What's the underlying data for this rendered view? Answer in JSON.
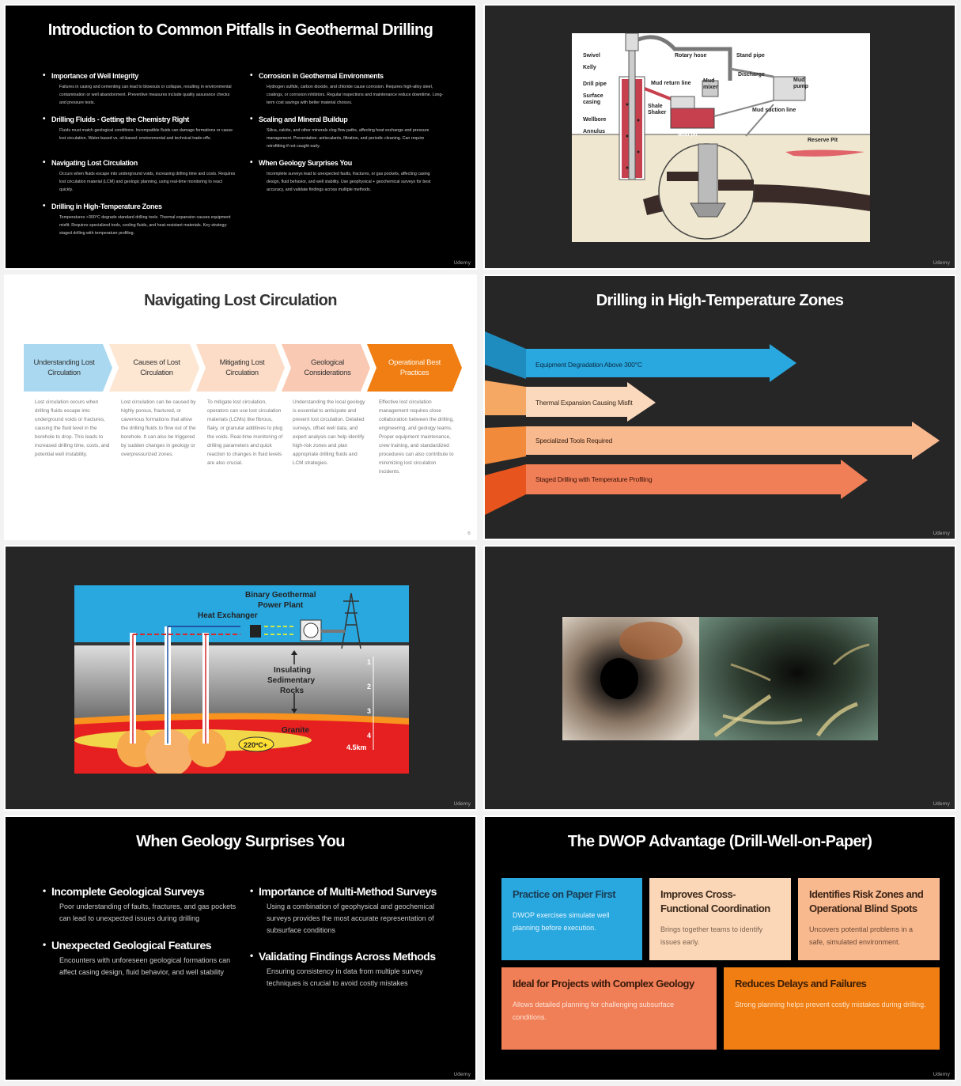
{
  "watermark": "Udemy",
  "slide1": {
    "title": "Introduction to Common Pitfalls in Geothermal Drilling",
    "left": [
      {
        "heading": "Importance of Well Integrity",
        "text": "Failures in casing and cementing can lead to blowouts or collapse, resulting in environmental contamination or well abandonment. Preventive measures include quality assurance checks and pressure tests."
      },
      {
        "heading": "Drilling Fluids - Getting the Chemistry Right",
        "text": "Fluids must match geological conditions. Incompatible fluids can damage formations or cause lost circulation. Water-based vs. oil-based: environmental and technical trade-offs."
      },
      {
        "heading": "Navigating Lost Circulation",
        "text": "Occurs when fluids escape into underground voids, increasing drilling time and costs. Requires lost circulation material (LCM) and geologic planning, using real-time monitoring to react quickly."
      },
      {
        "heading": "Drilling in High-Temperature Zones",
        "text": "Temperatures >300°C degrade standard drilling tools. Thermal expansion causes equipment misfit. Requires specialized tools, cooling fluids, and heat-resistant materials. Key strategy: staged drilling with temperature profiling."
      }
    ],
    "right": [
      {
        "heading": "Corrosion in Geothermal Environments",
        "text": "Hydrogen sulfide, carbon dioxide, and chloride cause corrosion. Requires high-alloy steel, coatings, or corrosion inhibitors. Regular inspections and maintenance reduce downtime. Long-term cost savings with better material choices."
      },
      {
        "heading": "Scaling and Mineral Buildup",
        "text": "Silica, calcite, and other minerals clog flow paths, affecting heat exchange and pressure management. Preventative: antiscalants, filtration, and periodic cleaning. Can require retrofitting if not caught early."
      },
      {
        "heading": "When Geology Surprises You",
        "text": "Incomplete surveys lead to unexpected faults, fractures, or gas pockets, affecting casing design, fluid behavior, and well stability. Use geophysical + geochemical surveys for best accuracy, and validate findings across multiple methods."
      }
    ]
  },
  "slide2": {
    "labels": {
      "swivel": "Swivel",
      "kelly": "Kelly",
      "drill_pipe": "Drill pipe",
      "surface_casing_1": "Surface",
      "surface_casing_2": "casing",
      "wellbore": "Wellbore",
      "annulus": "Annulus",
      "rotary_hose": "Rotary hose",
      "stand_pipe": "Stand pipe",
      "mud_return": "Mud return line",
      "mud_mixer_1": "Mud",
      "mud_mixer_2": "mixer",
      "discharge": "Discharge",
      "mud_pump_1": "Mud",
      "mud_pump_2": "pump",
      "shale_1": "Shale",
      "shale_2": "Shaker",
      "mud_suction": "Mud suction line",
      "mud_pit": "Mud pit",
      "reserve_pit": "Reserve Pit"
    }
  },
  "slide3": {
    "title": "Navigating Lost Circulation",
    "page": "6",
    "steps": [
      {
        "label": "Understanding Lost Circulation",
        "color": "#a9d8f0",
        "text": "Lost circulation occurs when drilling fluids escape into underground voids or fractures, causing the fluid level in the borehole to drop. This leads to increased drilling time, costs, and potential well instability."
      },
      {
        "label": "Causes of Lost Circulation",
        "color": "#fde6d2",
        "text": "Lost circulation can be caused by highly porous, fractured, or cavernous formations that allow the drilling fluids to flow out of the borehole. It can also be triggered by sudden changes in geology or overpressurized zones."
      },
      {
        "label": "Mitigating Lost Circulation",
        "color": "#fcdcc6",
        "text": "To mitigate lost circulation, operators can use lost circulation materials (LCMs) like fibrous, flaky, or granular additives to plug the voids. Real-time monitoring of drilling parameters and quick reaction to changes in fluid levels are also crucial."
      },
      {
        "label": "Geological Considerations",
        "color": "#f9c9b3",
        "text": "Understanding the local geology is essential to anticipate and prevent lost circulation. Detailed surveys, offset well data, and expert analysis can help identify high-risk zones and plan appropriate drilling fluids and LCM strategies."
      },
      {
        "label": "Operational Best Practices",
        "color": "#f07e12",
        "text": "Effective lost circulation management requires close collaboration between the drilling, engineering, and geology teams. Proper equipment maintenance, crew training, and standardized procedures can also contribute to minimizing lost circulation incidents."
      }
    ]
  },
  "slide4": {
    "title": "Drilling in High-Temperature Zones",
    "arrows": [
      {
        "label": "Equipment Degradation Above 300°C",
        "color": "#29a8df",
        "tail": "#1f8cc0"
      },
      {
        "label": "Thermal Expansion Causing Misfit",
        "color": "#fbd9bd",
        "tail": "#f5a764"
      },
      {
        "label": "Specialized Tools Required",
        "color": "#f9b98f",
        "tail": "#f28a3c"
      },
      {
        "label": "Staged Drilling with Temperature Profiling",
        "color": "#f07e56",
        "tail": "#e8541e"
      }
    ]
  },
  "slide5": {
    "plant_1": "Binary Geothermal",
    "plant_2": "Power Plant",
    "heat_exchanger": "Heat Exchanger",
    "rocks_1": "Insulating",
    "rocks_2": "Sedimentary",
    "rocks_3": "Rocks",
    "granite": "Granite",
    "temp": "220ºC+",
    "depths": [
      "1",
      "2",
      "3",
      "4"
    ],
    "depth_label": "4.5km"
  },
  "slide7": {
    "title": "When Geology Surprises You",
    "items": [
      {
        "heading": "Incomplete Geological Surveys",
        "text": "Poor understanding of faults, fractures, and gas pockets can lead to unexpected issues during drilling"
      },
      {
        "heading": "Unexpected Geological Features",
        "text": "Encounters with unforeseen geological formations can affect casing design, fluid behavior, and well stability"
      },
      {
        "heading": "Importance of Multi-Method Surveys",
        "text": "Using a combination of geophysical and geochemical surveys provides the most accurate representation of subsurface conditions"
      },
      {
        "heading": "Validating Findings Across Methods",
        "text": "Ensuring consistency in data from multiple survey techniques is crucial to avoid costly mistakes"
      }
    ]
  },
  "slide8": {
    "title": "The DWOP Advantage (Drill-Well-on-Paper)",
    "cards": [
      {
        "heading": "Practice on Paper First",
        "text": "DWOP exercises simulate well planning before execution.",
        "color": "#29a8df",
        "head_color": "#1a3d55",
        "text_color": "#e9f6ff"
      },
      {
        "heading": "Improves Cross-Functional Coordination",
        "text": "Brings together teams to identify issues early.",
        "color": "#fcd7b7",
        "head_color": "#3b2a1c",
        "text_color": "#7a6250"
      },
      {
        "heading": "Identifies Risk Zones and Operational Blind Spots",
        "text": "Uncovers potential problems in a safe, simulated environment.",
        "color": "#f9b98f",
        "head_color": "#3b2416",
        "text_color": "#6b4a36"
      },
      {
        "heading": "Ideal for Projects with Complex Geology",
        "text": "Allows detailed planning for challenging subsurface conditions.",
        "color": "#f07e56",
        "head_color": "#3a1a0c",
        "text_color": "#fde4d8"
      },
      {
        "heading": "Reduces Delays and Failures",
        "text": "Strong planning helps prevent costly mistakes during drilling.",
        "color": "#f07e12",
        "head_color": "#3a1c05",
        "text_color": "#ffe3c8"
      }
    ]
  }
}
